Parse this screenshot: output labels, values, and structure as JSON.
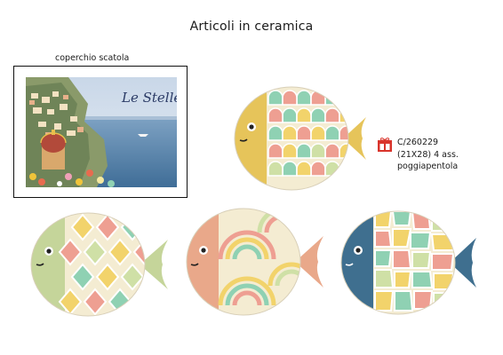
{
  "page": {
    "title": "Articoli in ceramica"
  },
  "box": {
    "caption": "coperchio scatola",
    "photo_signature": "Le Stelle"
  },
  "product": {
    "icon": "gift-box-icon",
    "code": "C/260229",
    "size": "(21X28) 4 ass.",
    "name": "poggiapentola"
  },
  "palette": {
    "yellow": "#e6c45a",
    "green": "#c5d59a",
    "peach": "#e9a88a",
    "blue": "#3f6f8f",
    "mint": "#8fd1b3",
    "pink": "#ee9f92",
    "cream": "#f4ecd2"
  },
  "fishes": [
    {
      "variant": "scales",
      "head_color": "yellow"
    },
    {
      "variant": "diamonds",
      "head_color": "green"
    },
    {
      "variant": "arcs",
      "head_color": "peach"
    },
    {
      "variant": "mosaic",
      "head_color": "blue"
    }
  ]
}
